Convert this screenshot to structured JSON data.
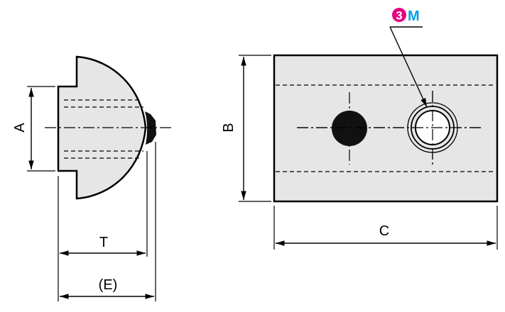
{
  "labels": {
    "A": "A",
    "B": "B",
    "C": "C",
    "T": "T",
    "E": "(E)"
  },
  "callout": {
    "number": "3",
    "letter": "M"
  },
  "colors": {
    "fill": "#e6e6e6",
    "badge": "#e6007e",
    "letter": "#00a0e9",
    "line": "#000000"
  }
}
